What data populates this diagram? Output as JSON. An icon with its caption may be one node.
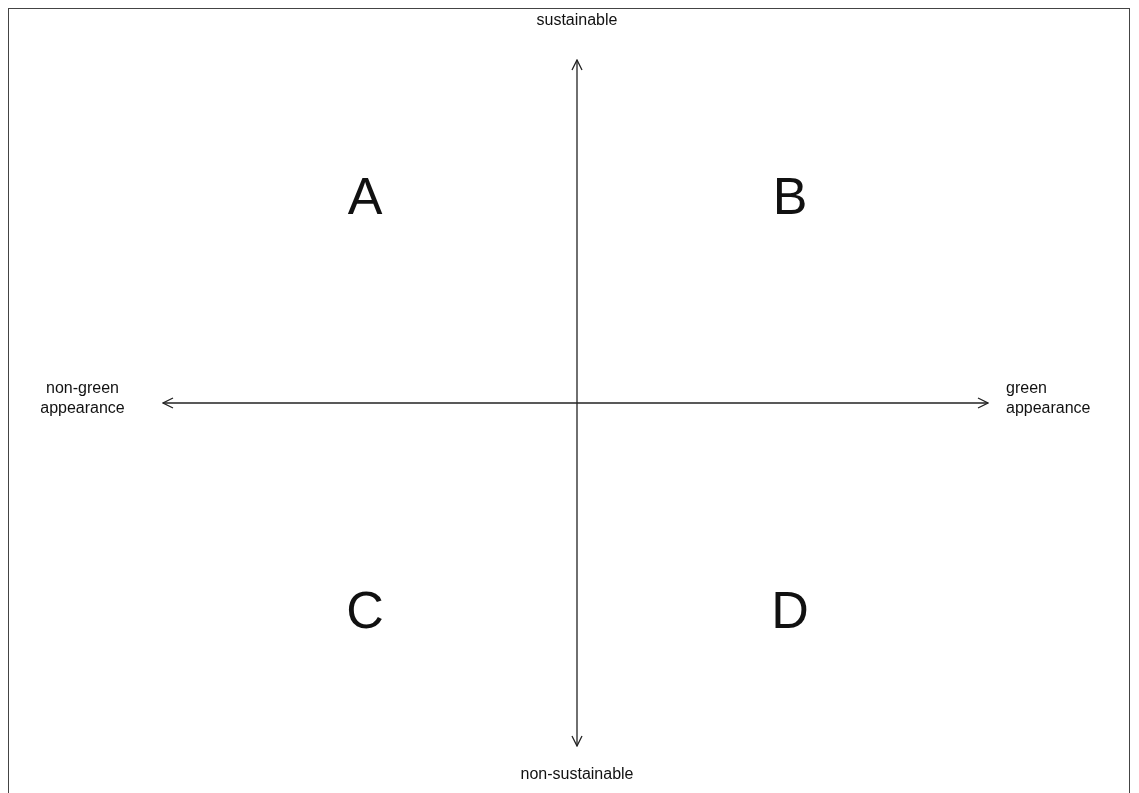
{
  "diagram": {
    "labels": [
      "sustainable",
      "A",
      "B",
      "non-green appearance",
      "green appearance",
      "C",
      "D",
      "non-sustainable"
    ]
  }
}
